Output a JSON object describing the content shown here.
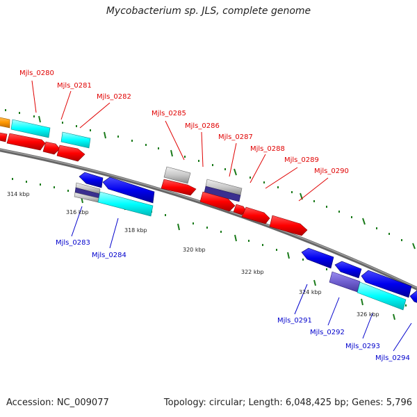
{
  "title": "Mycobacterium sp. JLS, complete genome",
  "footer": {
    "accession": "Accession: NC_009077",
    "info": "Topology: circular; Length: 6,048,425 bp; Genes: 5,796"
  },
  "forward_labels": [
    "Mjls_0280",
    "Mjls_0281",
    "Mjls_0282",
    "Mjls_0285",
    "Mjls_0286",
    "Mjls_0287",
    "Mjls_0288",
    "Mjls_0289",
    "Mjls_0290"
  ],
  "reverse_labels": [
    "Mjls_0283",
    "Mjls_0284",
    "Mjls_0291",
    "Mjls_0292",
    "Mjls_0293",
    "Mjls_0294"
  ],
  "ticks": [
    "314 kbp",
    "316 kbp",
    "318 kbp",
    "320 kbp",
    "322 kbp",
    "324 kbp",
    "326 kbp"
  ],
  "colors": {
    "forward_label": "#e00000",
    "reverse_label": "#0000cc",
    "cds_forward": "#ff0000",
    "cds_reverse": "#0000ee",
    "cds_cyan": "#00ffff",
    "gene_gray": "#c8c8c8",
    "gene_navy": "#3b2f8f",
    "rrna_purple": "#7060d0",
    "orange": "#ff9900",
    "backbone": "#777777",
    "tick_green": "#1a7a1a"
  }
}
